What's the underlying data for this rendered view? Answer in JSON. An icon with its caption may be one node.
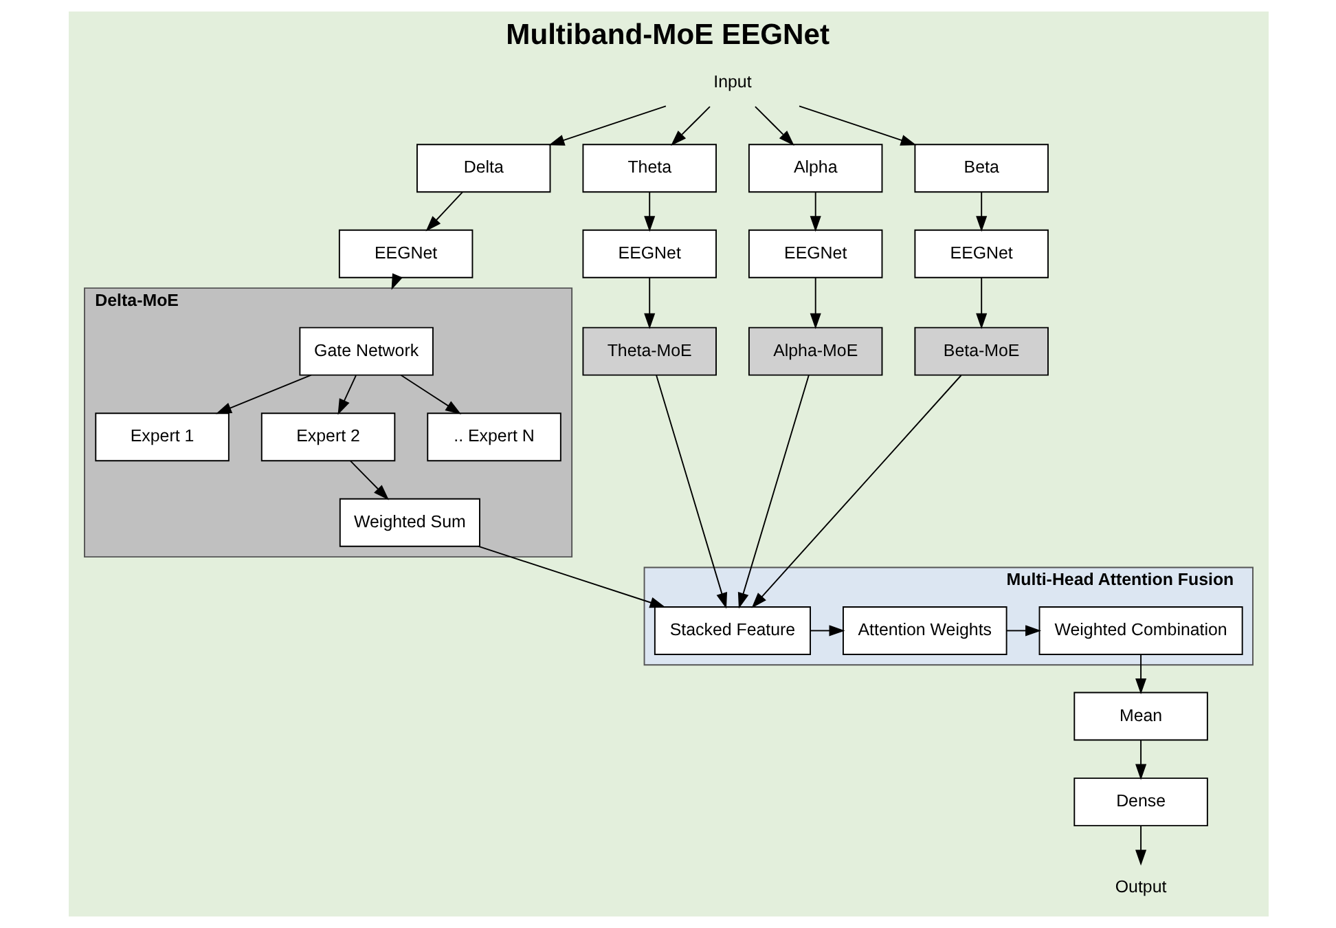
{
  "diagram": {
    "title": "Multiband-MoE EEGNet",
    "nodes": [
      {
        "text": [
          "Input"
        ]
      },
      {
        "text": [
          "Delta"
        ]
      },
      {
        "text": [
          "Theta"
        ]
      },
      {
        "text": [
          "Alpha"
        ]
      },
      {
        "text": [
          "Beta"
        ]
      },
      {
        "text": [
          "EEGNet"
        ]
      },
      {
        "text": [
          "EEGNet"
        ]
      },
      {
        "text": [
          "EEGNet"
        ]
      },
      {
        "text": [
          "EEGNet"
        ]
      },
      {
        "text": [
          "Theta-MoE"
        ]
      },
      {
        "text": [
          "Alpha-MoE"
        ]
      },
      {
        "text": [
          "Beta-MoE"
        ]
      },
      {
        "text": [
          "Delta-MoE"
        ]
      },
      {
        "text": [
          "Gate Network"
        ],
        "in": 12
      },
      {
        "text": [
          "Expert 1"
        ],
        "in": 12
      },
      {
        "text": [
          "Expert 2"
        ],
        "in": 12
      },
      {
        "text": [
          ".. Expert N"
        ],
        "in": 12
      },
      {
        "text": [
          "Weighted Sum"
        ],
        "in": 12
      },
      {
        "text": [
          "Multi-Head Attention Fusion"
        ]
      },
      {
        "text": [
          "Stacked Feature"
        ],
        "in": 18
      },
      {
        "text": [
          "Attention Weights"
        ],
        "in": 18
      },
      {
        "text": [
          "Weighted Combination"
        ],
        "in": 18
      },
      {
        "text": [
          "Mean"
        ]
      },
      {
        "text": [
          "Dense"
        ]
      },
      {
        "text": [
          "Output"
        ]
      }
    ],
    "edges": [
      {
        "from": 0,
        "to": 1,
        "arrow": "to"
      },
      {
        "from": 0,
        "to": 2,
        "arrow": "to"
      },
      {
        "from": 0,
        "to": 3,
        "arrow": "to"
      },
      {
        "from": 0,
        "to": 4,
        "arrow": "to"
      },
      {
        "from": 1,
        "to": 5,
        "arrow": "to"
      },
      {
        "from": 2,
        "to": 6,
        "arrow": "to"
      },
      {
        "from": 3,
        "to": 7,
        "arrow": "to"
      },
      {
        "from": 4,
        "to": 8,
        "arrow": "to"
      },
      {
        "from": 5,
        "to": 12,
        "arrow": "to"
      },
      {
        "from": 6,
        "to": 9,
        "arrow": "to"
      },
      {
        "from": 7,
        "to": 10,
        "arrow": "to"
      },
      {
        "from": 8,
        "to": 11,
        "arrow": "to"
      },
      {
        "from": 13,
        "to": 14,
        "arrow": "to"
      },
      {
        "from": 13,
        "to": 15,
        "arrow": "to"
      },
      {
        "from": 13,
        "to": 16,
        "arrow": "to"
      },
      {
        "from": 15,
        "to": 17,
        "arrow": "to"
      },
      {
        "from": 9,
        "to": 19,
        "arrow": "to"
      },
      {
        "from": 10,
        "to": 19,
        "arrow": "to"
      },
      {
        "from": 11,
        "to": 19,
        "arrow": "to"
      },
      {
        "from": 17,
        "to": 19,
        "arrow": "to"
      },
      {
        "from": 19,
        "to": 20,
        "arrow": "to"
      },
      {
        "from": 20,
        "to": 21,
        "arrow": "to"
      },
      {
        "from": 21,
        "to": 22,
        "arrow": "to"
      },
      {
        "from": 22,
        "to": 23,
        "arrow": "to"
      },
      {
        "from": 23,
        "to": 24,
        "arrow": "to"
      }
    ]
  }
}
